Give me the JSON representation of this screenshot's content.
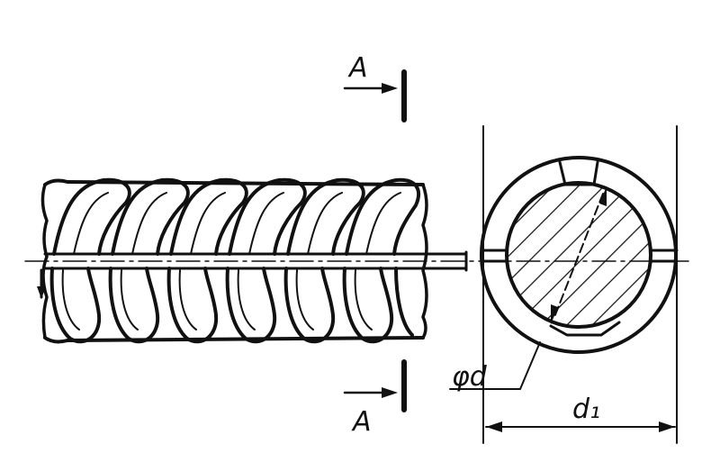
{
  "labels": {
    "section_top": "A",
    "section_bottom": "A",
    "diameter": "φd",
    "outer_diameter": "d₁"
  },
  "colors": {
    "ink": "#111111",
    "paper": "#ffffff"
  }
}
